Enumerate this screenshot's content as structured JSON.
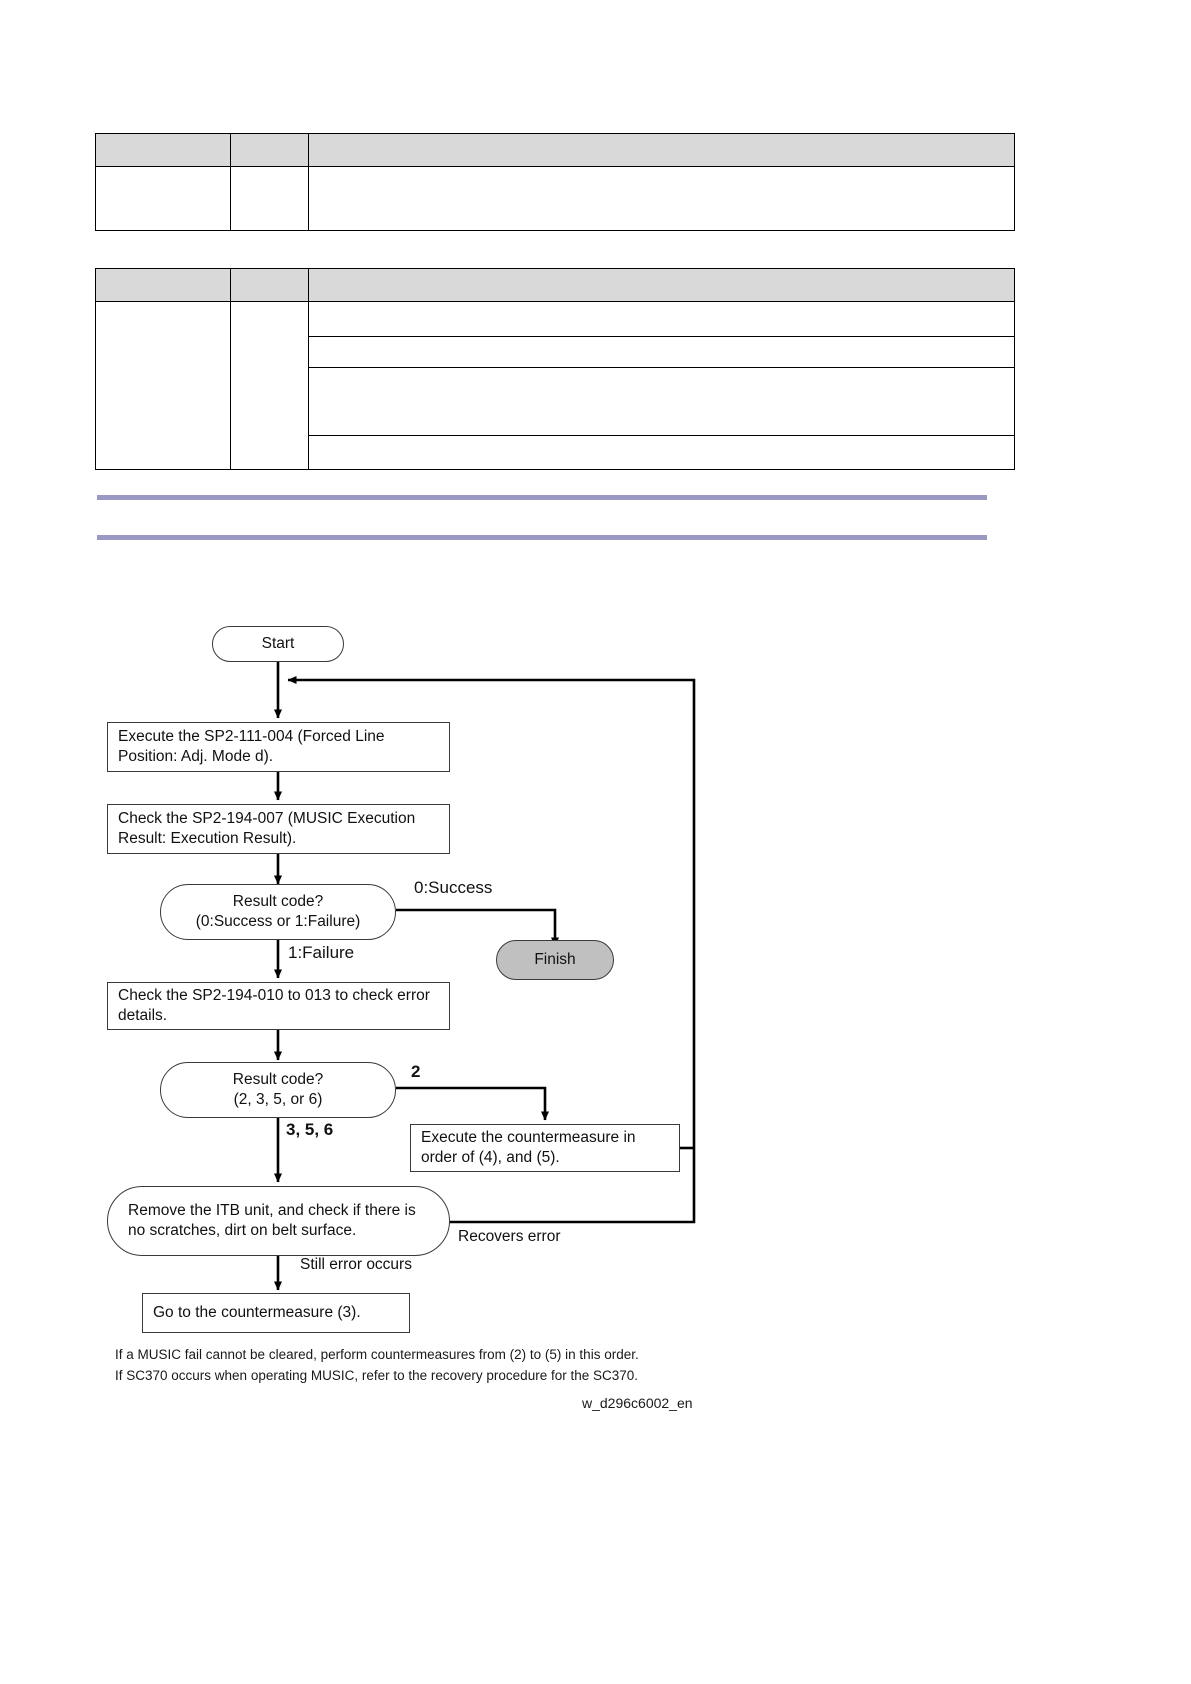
{
  "tables": [
    {
      "name": "spec-table-upper",
      "columns": 3,
      "header_row": {
        "cells": [
          "",
          "",
          ""
        ],
        "shaded": true
      },
      "body_rows": [
        {
          "cells": [
            "",
            "",
            ""
          ]
        }
      ]
    },
    {
      "name": "spec-table-lower",
      "columns": 3,
      "header_row": {
        "cells": [
          "",
          "",
          ""
        ],
        "shaded": true
      },
      "body_rows": [
        {
          "cells": [
            "",
            "",
            ""
          ]
        },
        {
          "cells": [
            "",
            "",
            ""
          ]
        },
        {
          "cells": [
            "",
            "",
            ""
          ]
        },
        {
          "cells": [
            "",
            "",
            ""
          ]
        }
      ]
    }
  ],
  "rules": {
    "color": "#9a99c4",
    "count": 2
  },
  "flowchart": {
    "nodes": {
      "start": "Start",
      "step_exec_sp2_111": "Execute the SP2-111-004 (Forced Line Position: Adj. Mode d).",
      "step_check_sp2_194_007": "Check the SP2-194-007 (MUSIC Execution Result: Execution Result).",
      "decision_result_code_1": "Result code?\n(0:Success or 1:Failure)",
      "finish": "Finish",
      "step_check_sp2_194_010": "Check the SP2-194-010 to 013 to check error details.",
      "decision_result_code_2": "Result code?\n(2, 3, 5, or 6)",
      "step_countermeasure_45": "Execute the countermeasure in order of  (4), and (5).",
      "step_remove_itb": "Remove the ITB unit,  and check if there is no scratches, dirt on belt surface.",
      "step_goto_countermeasure_3": "Go to the countermeasure (3)."
    },
    "edge_labels": {
      "success": "0:Success",
      "failure": "1:Failure",
      "code_2": "2",
      "code_356": "3, 5, 6",
      "recovers_error": "Recovers error",
      "still_error": "Still error occurs"
    },
    "footnotes": "If a MUSIC fail cannot be cleared, perform countermeasures from (2) to (5) in this order.\nIf SC370 occurs when operating MUSIC, refer to the recovery procedure for the SC370.",
    "figure_id": "w_d296c6002_en"
  }
}
